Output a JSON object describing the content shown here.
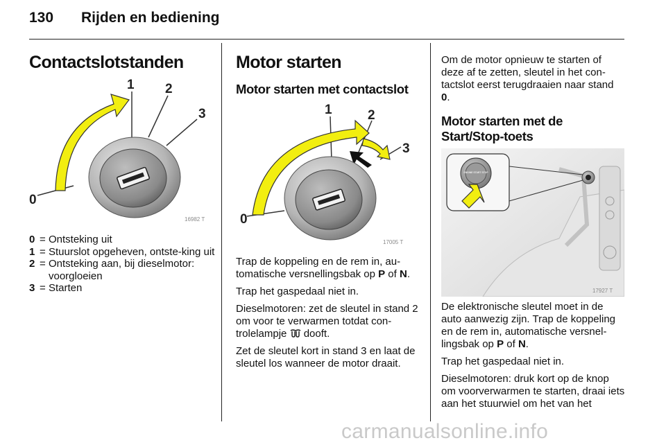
{
  "header": {
    "page_number": "130",
    "chapter_title": "Rijden en bediening"
  },
  "col1": {
    "heading": "Contactslotstanden",
    "figure": {
      "labels": [
        "0",
        "1",
        "2",
        "3"
      ],
      "code": "16982 T"
    },
    "legend": [
      {
        "key": "0",
        "sep": "=",
        "text": "Ontsteking uit"
      },
      {
        "key": "1",
        "sep": "=",
        "text": "Stuurslot opgeheven, ontste-king uit"
      },
      {
        "key": "2",
        "sep": "=",
        "text": "Ontsteking aan, bij dieselmotor: voorgloeien"
      },
      {
        "key": "3",
        "sep": "=",
        "text": "Starten"
      }
    ]
  },
  "col2": {
    "heading": "Motor starten",
    "subheading": "Motor starten met contactslot",
    "figure": {
      "labels": [
        "0",
        "1",
        "2",
        "3"
      ],
      "code": "17005 T"
    },
    "p1_a": "Trap de koppeling en de rem in, au-tomatische versnellingsbak op ",
    "p1_b": "P",
    "p1_c": " of ",
    "p1_d": "N",
    "p1_e": ".",
    "p2": "Trap het gaspedaal niet in.",
    "p3_a": "Dieselmotoren: zet de sleutel in stand 2 om voor te verwarmen totdat con-trolelampje ",
    "p3_b": " dooft.",
    "p4": "Zet de sleutel kort in stand 3 en laat de sleutel los wanneer de motor draait."
  },
  "col3": {
    "p1_a": "Om de motor opnieuw te starten of deze af te zetten, sleutel in het con-tactslot eerst terugdraaien naar stand ",
    "p1_b": "0",
    "p1_c": ".",
    "subheading": "Motor starten met de Start/Stop-toets",
    "figure": {
      "code": "17927 T",
      "button_label": "ENGINE START STOP"
    },
    "p2_a": "De elektronische sleutel moet in de auto aanwezig zijn. Trap de koppeling en de rem in, automatische versnel-lingsbak op ",
    "p2_b": "P",
    "p2_c": " of ",
    "p2_d": "N",
    "p2_e": ".",
    "p3": "Trap het gaspedaal niet in.",
    "p4": "Dieselmotoren: druk kort op de knop om voorverwarmen te starten, draai iets aan het stuurwiel om het van het"
  },
  "watermark": "carmanualsonline.info",
  "colors": {
    "arrow_fill": "#f2ee10",
    "text": "#111111"
  }
}
